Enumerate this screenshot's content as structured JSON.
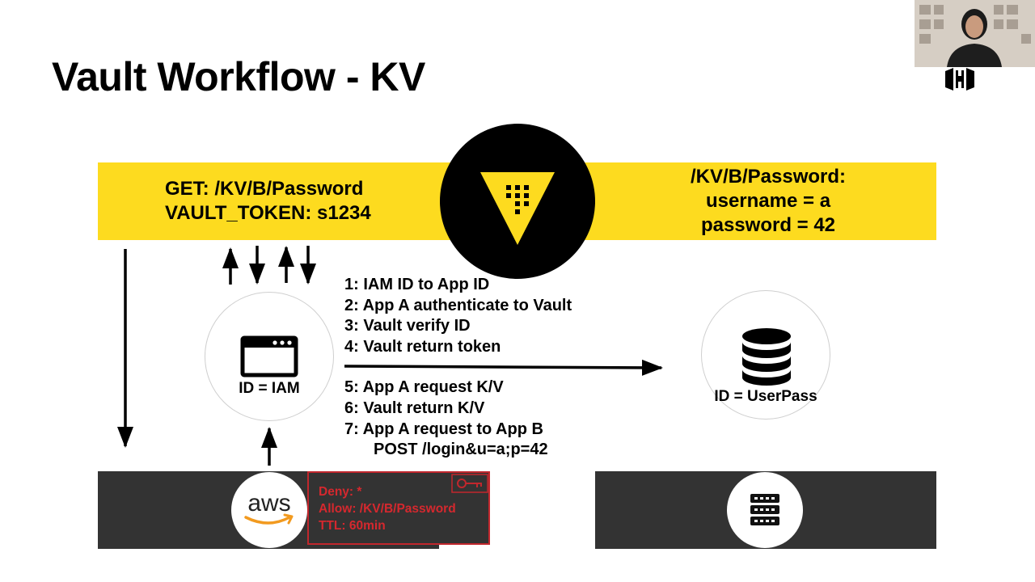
{
  "slide": {
    "title": "Vault Workflow - KV"
  },
  "banner": {
    "request_line1": "GET: /KV/B/Password",
    "request_line2": "VAULT_TOKEN: s1234",
    "secret_line1": "/KV/B/Password:",
    "secret_line2": "username = a",
    "secret_line3": "password = 42"
  },
  "nodes": {
    "app_a_label": "ID = IAM",
    "app_b_label": "ID = UserPass"
  },
  "steps": [
    "1: IAM ID to App ID",
    "2: App A authenticate to Vault",
    "3: Vault verify ID",
    "4: Vault return token",
    "5: App A request K/V",
    "6: Vault return K/V",
    "7: App A request to App B",
    "POST /login&u=a;p=42"
  ],
  "aws": {
    "logo_text": "aws"
  },
  "policy": {
    "line1": "Deny: *",
    "line2": "Allow: /KV/B/Password",
    "line3": "TTL: 60min"
  },
  "colors": {
    "banner_yellow": "#fddb1f",
    "panel_dark": "#333333",
    "policy_red": "#d5282e",
    "aws_orange": "#f29a1f"
  },
  "icons": {
    "vault": "vault-triangle-icon",
    "app_a": "browser-window-icon",
    "app_b": "database-icon",
    "aws": "aws-logo",
    "server": "server-rack-icon",
    "policy": "key-icon",
    "brand": "hashicorp-logo"
  }
}
